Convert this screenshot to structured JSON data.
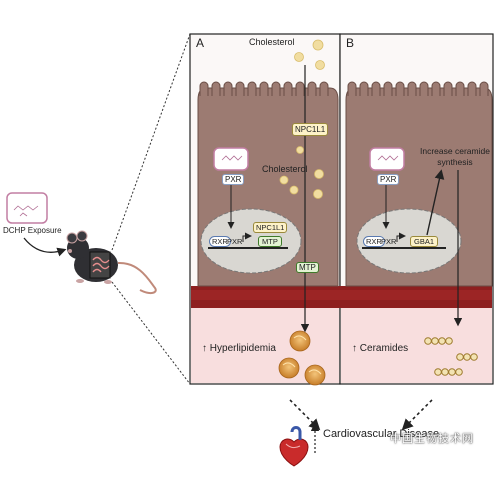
{
  "exposure": {
    "label": "DCHP Exposure"
  },
  "panel_a": {
    "letter": "A",
    "cholesterol_top": "Cholesterol",
    "transporter_membrane": "NPC1L1",
    "cholesterol_mid": "Cholesterol",
    "receptor": "PXR",
    "nucleus": {
      "rxr": "RXR",
      "pxr": "PXR",
      "gene1": "NPC1L1",
      "gene2": "MTP"
    },
    "transporter_basal": "MTP",
    "outcome_arrow": "↑",
    "outcome": "Hyperlipidemia"
  },
  "panel_b": {
    "letter": "B",
    "annotation_line1": "Increase ceramide",
    "annotation_line2": "synthesis",
    "receptor": "PXR",
    "nucleus": {
      "rxr": "RXR",
      "pxr": "PXR",
      "gene": "GBA1"
    },
    "outcome_arrow": "↑",
    "outcome": "Ceramides"
  },
  "bottom": {
    "label": "Cardiovascular Disease"
  },
  "watermark": "中国生物技术网",
  "colors": {
    "cell_fill": "#9c7b72",
    "cell_stroke": "#6a4e46",
    "nucleus_fill": "#d9d7d2",
    "blood_band": "#8a1c1c",
    "blood_light": "#f7dcdc",
    "panel_fill": "#f6f1ef",
    "cholesterol": "#f1dda0",
    "lipoprotein": "#d8973a",
    "ceramide": "#f3e3b3"
  }
}
